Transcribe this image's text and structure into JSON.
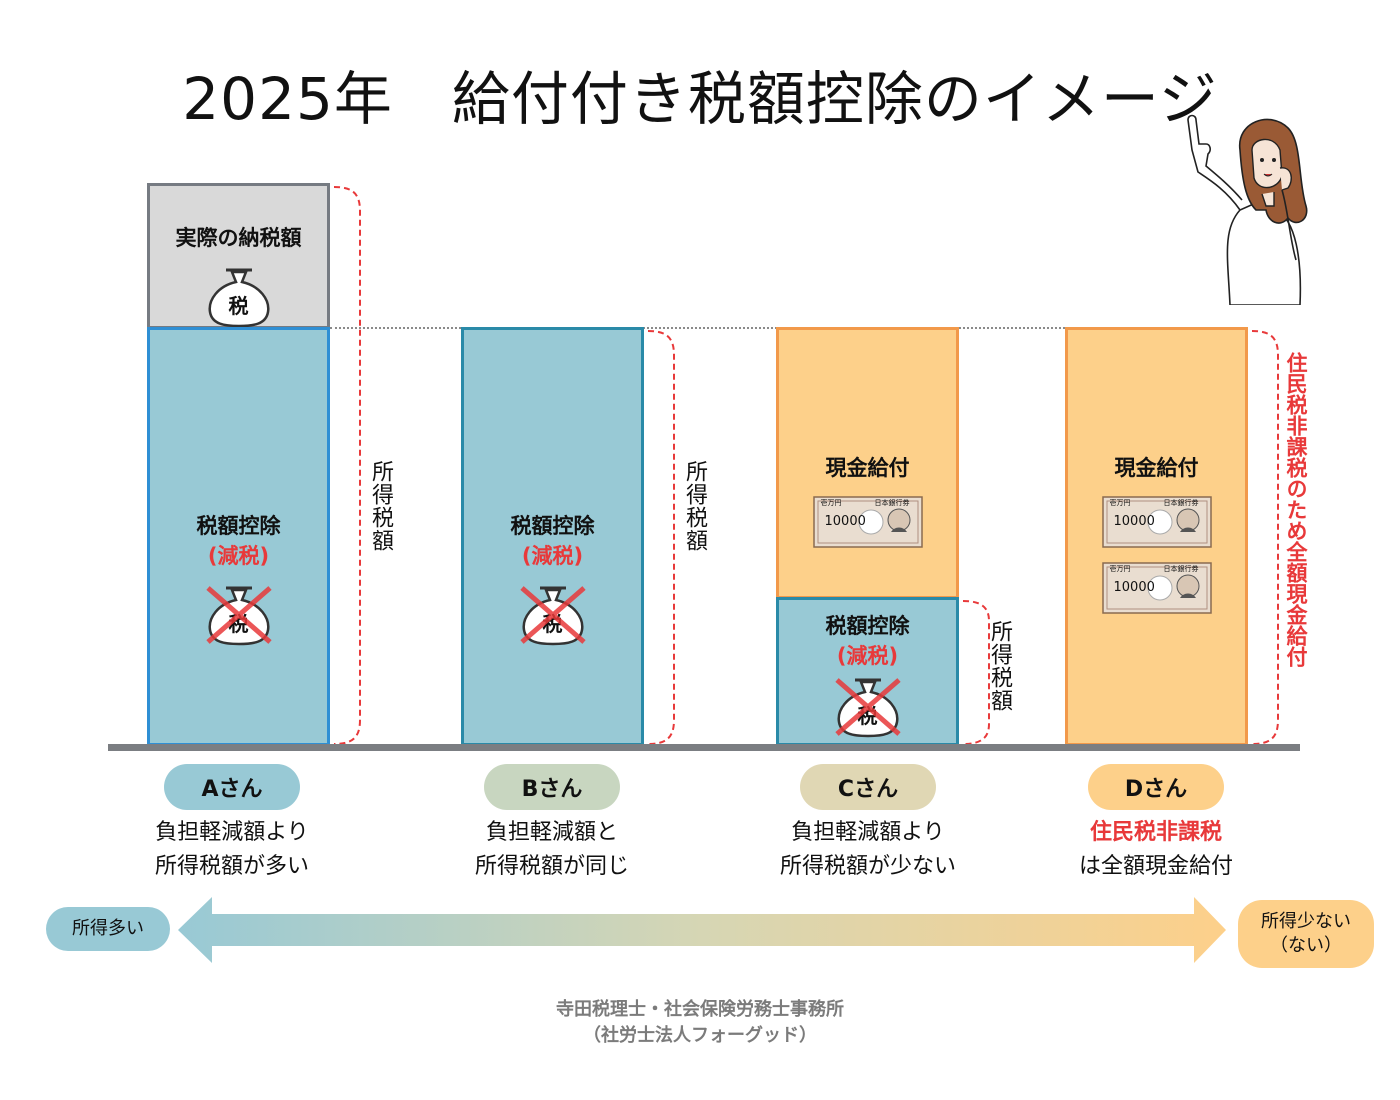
{
  "title": "2025年　給付付き税額控除のイメージ",
  "colors": {
    "blue_fill": "#98c9d5",
    "blue_border": "#2f8fd4",
    "orange_fill": "#fdd08a",
    "orange_border": "#f2994a",
    "red": "#e8393a",
    "gray_fill": "#d9d9d9"
  },
  "persons": [
    {
      "name": "Aさん",
      "desc": [
        "負担軽減額より",
        "所得税額が多い"
      ],
      "top_block": {
        "label": "実際の納税額",
        "icon": "tax-bag-icon"
      },
      "main_block": {
        "label": "税額控除",
        "sub": "(減税)",
        "icon": "tax-bag-crossed-icon"
      },
      "bracket_label": "所得税額"
    },
    {
      "name": "Bさん",
      "desc": [
        "負担軽減額と",
        "所得税額が同じ"
      ],
      "main_block": {
        "label": "税額控除",
        "sub": "(減税)",
        "icon": "tax-bag-crossed-icon"
      },
      "bracket_label": "所得税額"
    },
    {
      "name": "Cさん",
      "desc": [
        "負担軽減額より",
        "所得税額が少ない"
      ],
      "cash_block": {
        "label": "現金給付",
        "bills": 1
      },
      "main_block": {
        "label": "税額控除",
        "sub": "(減税)",
        "icon": "tax-bag-crossed-icon"
      },
      "bracket_label": "所得税額"
    },
    {
      "name": "Dさん",
      "desc_highlight": "住民税非課税",
      "desc": [
        "は全額現金給付"
      ],
      "cash_block": {
        "label": "現金給付",
        "bills": 2
      },
      "bracket_label": "住民税非課税のため全額現金給付"
    }
  ],
  "bag_text": "税",
  "bill": {
    "amount": "10000",
    "header": "壱万円",
    "issuer": "日本銀行券"
  },
  "axis": {
    "left_label": "所得多い",
    "right_label_line1": "所得少ない",
    "right_label_line2": "（ない）"
  },
  "footer": {
    "line1": "寺田税理士・社会保険労務士事務所",
    "line2": "（社労士法人フォーグッド）"
  }
}
